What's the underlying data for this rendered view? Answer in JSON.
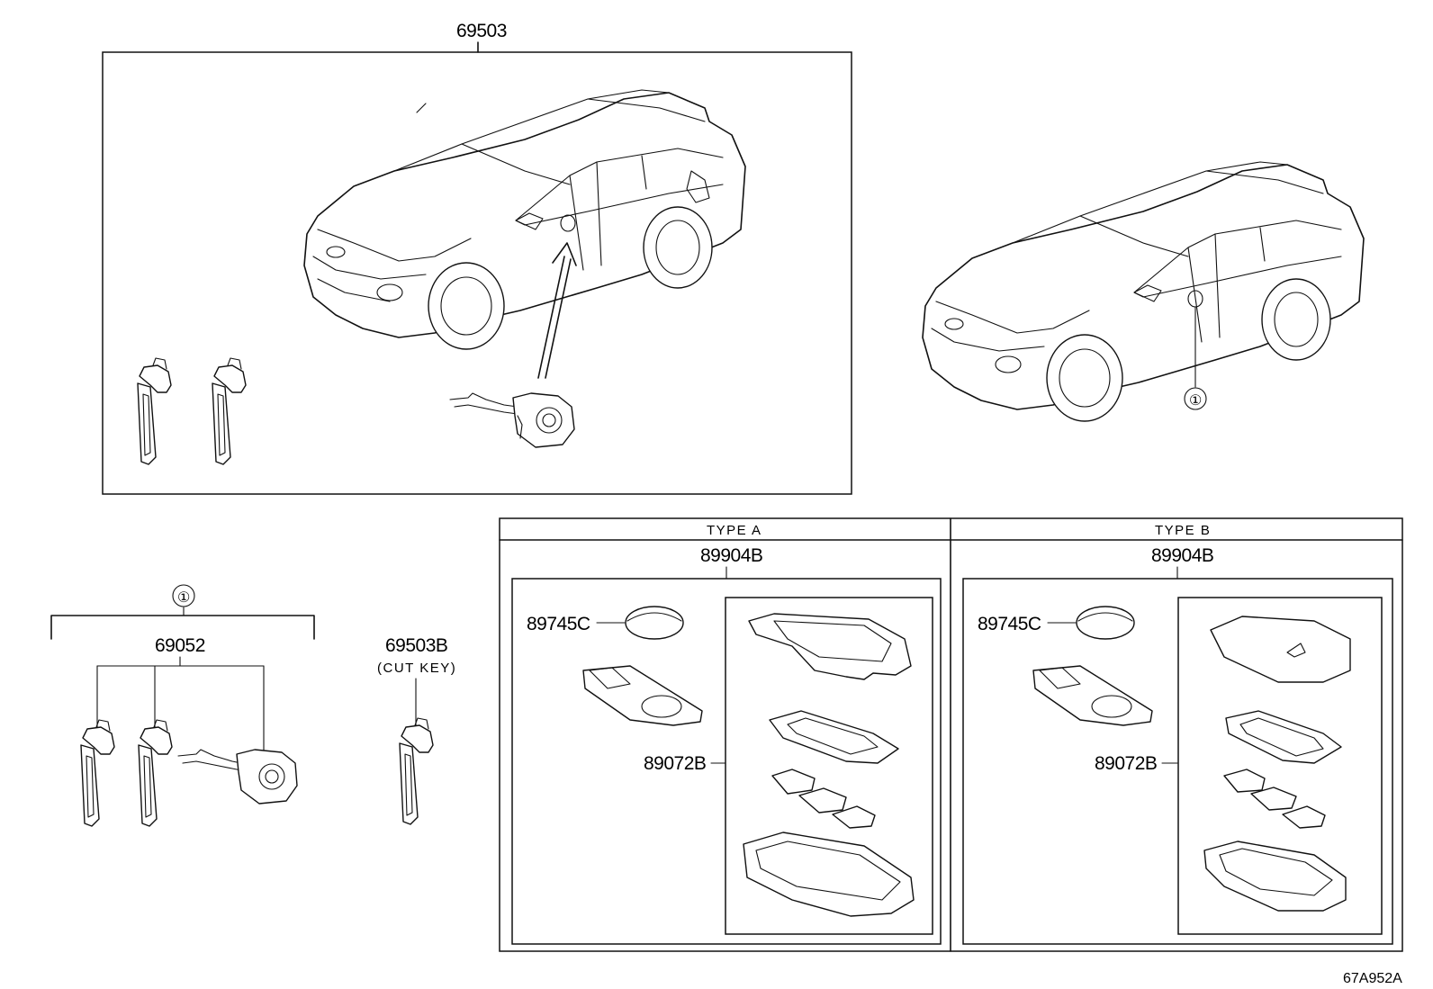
{
  "labels": {
    "main_assy": "69503",
    "type_a_header": "TYPE A",
    "type_b_header": "TYPE B",
    "type_a_assy": "89904B",
    "type_b_assy": "89904B",
    "battery_a": "89745C",
    "battery_b": "89745C",
    "case_a": "89072B",
    "case_b": "89072B",
    "ref_circle": "①",
    "ref_circle_car": "①",
    "lock_set": "69052",
    "cut_key": "69503B",
    "cut_key_note": "(CUT KEY)",
    "diagram_code": "67A952A"
  }
}
